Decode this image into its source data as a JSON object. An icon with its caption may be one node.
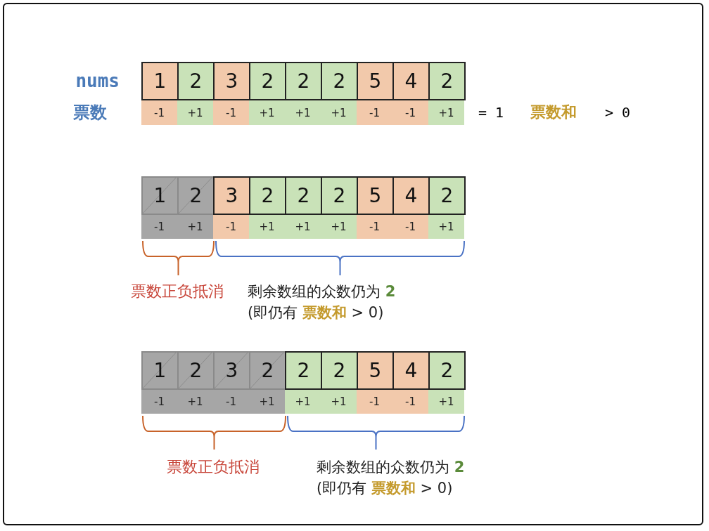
{
  "diagram": {
    "labels": [
      "nums",
      "1",
      "2",
      "3",
      "2",
      "2",
      "2",
      "5",
      "4",
      "2",
      "票数",
      "-1",
      "+1",
      "-1",
      "+1",
      "+1",
      "+1",
      "-1",
      "-1",
      "+1",
      "= 1",
      "票数和",
      "> 0",
      "1",
      "2",
      "3",
      "2",
      "2",
      "2",
      "5",
      "4",
      "2",
      "-1",
      "+1",
      "-1",
      "+1",
      "+1",
      "+1",
      "-1",
      "-1",
      "+1",
      "票数正负抵消",
      "剩余数组的众数仍为 **2**",
      "(即仍有 **票数和** > 0)",
      "1",
      "2",
      "3",
      "2",
      "2",
      "2",
      "5",
      "4",
      "2",
      "-1",
      "+1",
      "-1",
      "+1",
      "+1",
      "+1",
      "-1",
      "-1",
      "+1",
      "票数正负抵消",
      "剩余数组的众数仍为 **2**",
      "(即仍有 **票数和** > 0)"
    ]
  }
}
